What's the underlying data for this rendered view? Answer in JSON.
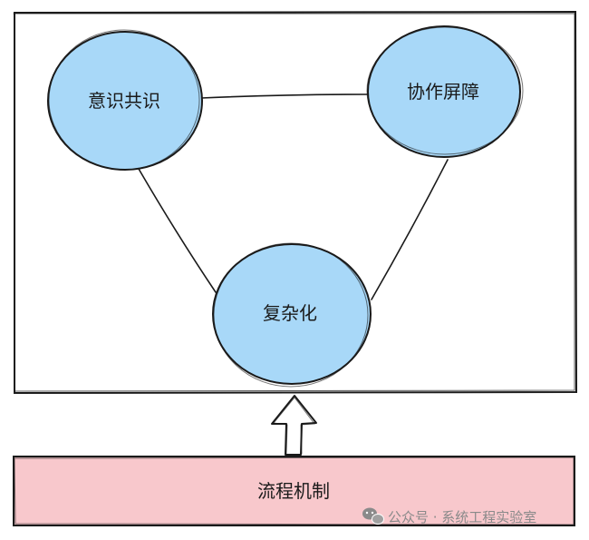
{
  "diagram": {
    "nodes": {
      "consensus": {
        "label": "意识共识"
      },
      "barrier": {
        "label": "协作屏障"
      },
      "complexity": {
        "label": "复杂化"
      }
    },
    "base": {
      "label": "流程机制"
    }
  },
  "watermark": {
    "text": "公众号 · 系统工程实验室",
    "icon": "wechat-icon"
  },
  "colors": {
    "node_fill": "#a8d8f8",
    "base_fill": "#f8c8cc",
    "stroke": "#1a1a1a",
    "watermark": "#8a8a8a"
  }
}
